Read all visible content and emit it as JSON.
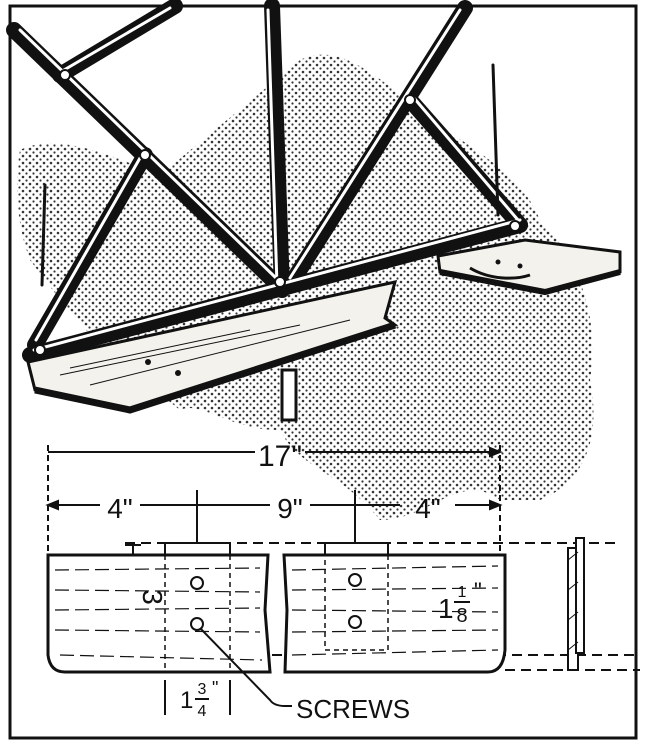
{
  "figure": {
    "colors": {
      "ink": "#111111",
      "paper": "#ffffff",
      "wood": "#f4f2ec"
    },
    "dimensions": {
      "overall": "17\"",
      "left_offset": "4\"",
      "center_span": "9\"",
      "right_offset": "4\"",
      "height": "3",
      "screw_spacing_whole": "1",
      "screw_spacing_num": "1",
      "screw_spacing_den": "8",
      "screw_spacing_inch": "\"",
      "cleat_width_whole": "1",
      "cleat_width_num": "3",
      "cleat_width_den": "4",
      "cleat_width_inch": "\""
    },
    "callout": "SCREWS"
  }
}
